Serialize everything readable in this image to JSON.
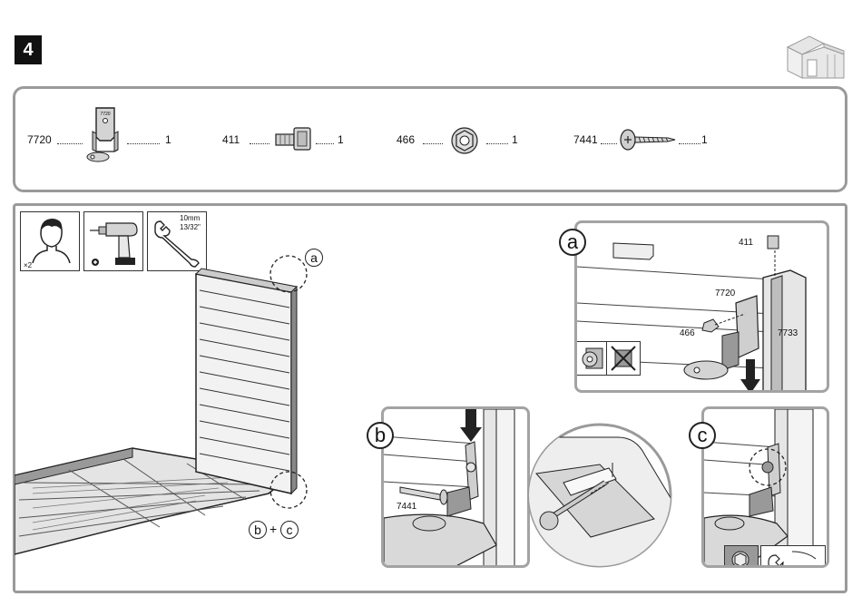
{
  "step": {
    "number": "4"
  },
  "parts": [
    {
      "id": "7720",
      "qty": "1",
      "icon": "bracket-icon",
      "stamp": "7720"
    },
    {
      "id": "411",
      "qty": "1",
      "icon": "square-nut-bolt-icon"
    },
    {
      "id": "466",
      "qty": "1",
      "icon": "flange-nut-icon"
    },
    {
      "id": "7441",
      "qty": "1",
      "icon": "screw-icon"
    }
  ],
  "tools": {
    "people": {
      "icon": "person-icon",
      "count": "×2"
    },
    "drill": {
      "icon": "drill-icon"
    },
    "wrench": {
      "icon": "wrench-icon",
      "size_mm": "10mm",
      "size_in": "13/32\""
    }
  },
  "callouts": {
    "a": "a",
    "b": "b",
    "c": "c",
    "plus": "+"
  },
  "detail_a": {
    "labels": {
      "p411": "411",
      "p7720": "7720",
      "p466": "466",
      "p7733": "7733"
    }
  },
  "detail_b": {
    "labels": {
      "p7441": "7441"
    }
  },
  "colors": {
    "frame": "#9a9a9a",
    "ink": "#111111",
    "part_fill": "#d4d4d4"
  }
}
